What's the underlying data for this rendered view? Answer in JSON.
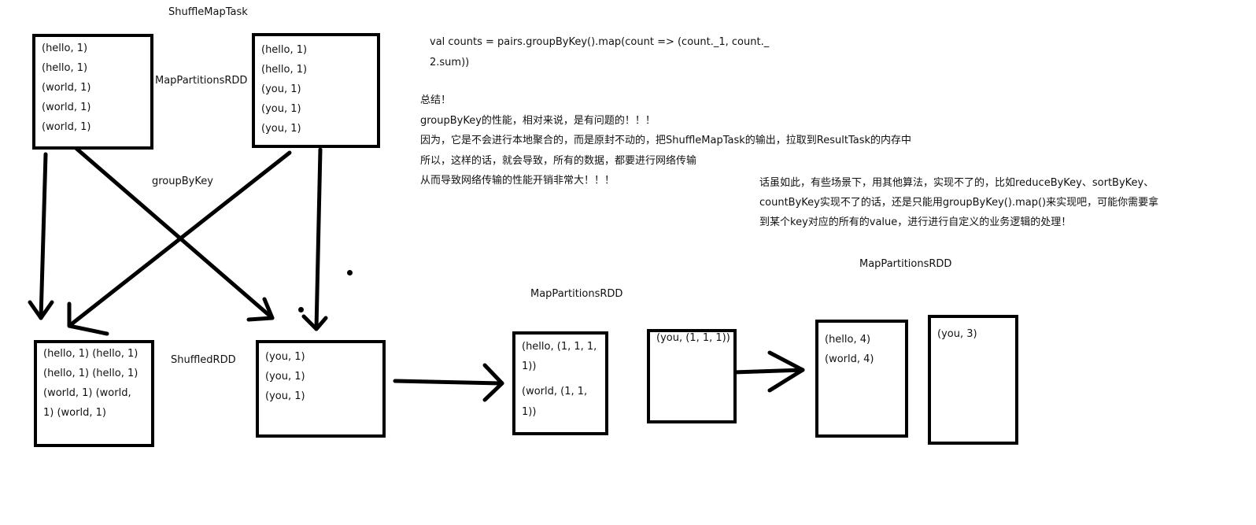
{
  "labels": {
    "shuffle_map_task": "ShuffleMapTask",
    "map_partitions_top": "MapPartitionsRDD",
    "group_by_key": "groupByKey",
    "shuffled_rdd": "ShuffledRDD",
    "map_partitions_mid": "MapPartitionsRDD",
    "map_partitions_right": "MapPartitionsRDD"
  },
  "boxes": {
    "map_left": [
      "(hello, 1)",
      "(hello, 1)",
      "(world, 1)",
      "(world, 1)",
      "(world, 1)"
    ],
    "map_right": [
      "(hello, 1)",
      "(hello, 1)",
      "(you, 1)",
      "(you, 1)",
      "(you, 1)"
    ],
    "shuffled_left": [
      "(hello, 1) (hello, 1)",
      "(hello, 1) (hello, 1)",
      "(world, 1) (world,",
      "1) (world, 1)"
    ],
    "shuffled_right": [
      "(you, 1)",
      "(you, 1)",
      "(you, 1)"
    ],
    "grouped_a": [
      "(hello, (1, 1, 1,",
      "1))",
      "(world, (1, 1,",
      "1))"
    ],
    "grouped_b": [
      "(you, (1, 1, 1))"
    ],
    "final_a": [
      "(hello, 4)",
      "(world, 4)"
    ],
    "final_b": [
      "(you, 3)"
    ]
  },
  "code": [
    "val counts = pairs.groupByKey().map(count => (count._1, count._",
    "2.sum))"
  ],
  "summary": [
    "总结！",
    "groupByKey的性能，相对来说，是有问题的！！！",
    "因为，它是不会进行本地聚合的，而是原封不动的，把ShuffleMapTask的输出，拉取到ResultTask的内存中",
    "所以，这样的话，就会导致，所有的数据，都要进行网络传输",
    "从而导致网络传输的性能开销非常大！！！"
  ],
  "note": [
    "话虽如此，有些场景下，用其他算法，实现不了的，比如reduceByKey、sortByKey、",
    "countByKey实现不了的话，还是只能用groupByKey().map()来实现吧，可能你需要拿",
    "到某个key对应的所有的value，进行进行自定义的业务逻辑的处理！"
  ]
}
